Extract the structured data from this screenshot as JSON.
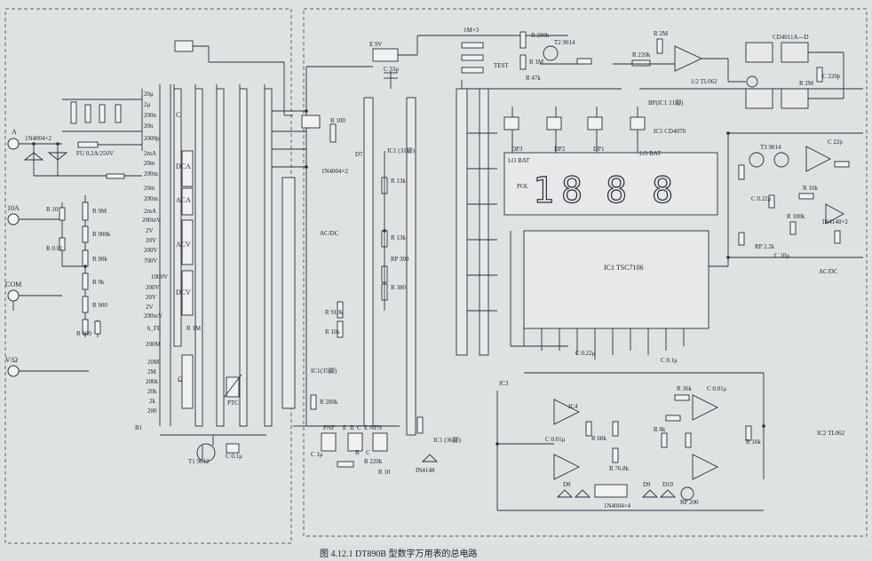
{
  "caption": "图 4.12.1   DT890B 型数字万用表的总电路",
  "input_jacks": [
    "A",
    "10A",
    "COM",
    "V/Ω"
  ],
  "fuse": "FU  0.2A/250V",
  "diodes_top": "1N4004×2",
  "battery": "E  9V",
  "rotary_ranges": {
    "capacitance": [
      "20μ",
      "2μ",
      "200n",
      "20n",
      "2000p"
    ],
    "dca": [
      "2mA",
      "20m",
      "200m"
    ],
    "aca": [
      "20m",
      "200m",
      "2mA"
    ],
    "acv": [
      "200mV",
      "2V",
      "20V",
      "200V",
      "700V"
    ],
    "dcv": [
      "1000V",
      "200V",
      "20V",
      "2V",
      "200mV"
    ],
    "hfe": "h_FE",
    "diode": "200M",
    "ohm": [
      "20M",
      "2M",
      "200k",
      "20k",
      "2k",
      "200"
    ]
  },
  "section_labels": [
    "C",
    "DCA",
    "ACA",
    "ACV",
    "DCV",
    "Ω",
    "PTC"
  ],
  "ic_labels": {
    "adc": "IC1\nTSC7106",
    "cmos": "IC5\nCD4070",
    "opamp_top": "1/2 TL062",
    "counter": "CD4011A—D",
    "opamp_bottom": "IC2\nTL062",
    "ic_side": "IC3",
    "ic4": "IC4",
    "ic_mid": "IC1\n(31脚)",
    "ic_35": "IC1(35脚)",
    "ic_36": "IC1\n(36脚)",
    "pin_bp": "BP(IC1 21脚)"
  },
  "display_annotations": {
    "lo_bat_left": "LO BAT",
    "lo_bat_right": "LO BAT",
    "pol": "POL",
    "dp": [
      "DP3",
      "DP2",
      "DP1"
    ],
    "digits": [
      "1",
      "8",
      "8",
      "8"
    ]
  },
  "transistors": [
    "T1\n9012",
    "T2\n9014",
    "T3\n9014"
  ],
  "test_label": "TEST",
  "acdc_left": "AC/DC",
  "acdc_right": "AC/DC",
  "resistor_labels": [
    "R 200k",
    "R 1M",
    "R 2M",
    "R 220k",
    "R 47k",
    "R 13k",
    "R 380",
    "R 910k",
    "R 10k",
    "R 100",
    "R 9M",
    "R 900k",
    "R 90k",
    "R 9k",
    "R 900",
    "R 100",
    "R 10",
    "R 0.01",
    "R 1M",
    "R 13k",
    "R 200k",
    "R 220k",
    "R 10",
    "R 68k",
    "R 76.8k",
    "R 8k",
    "R 10k",
    "R 36k",
    "R 100k",
    "R 10k",
    "R 2M"
  ],
  "capacitor_labels": [
    "C 33μ",
    "C 0.1μ",
    "C 0.22μ",
    "C 220p",
    "C 0.1μ",
    "C 1μ",
    "C 0.01μ",
    "C 0.22μ",
    "C 22p",
    "C 10μ",
    "C 0.01μ"
  ],
  "diode_labels": [
    "1N4004×2",
    "IN4148",
    "1N4004×4",
    "IN4148×2",
    "D7",
    "D8",
    "D9",
    "D10"
  ],
  "hfe_socket": [
    "PNP",
    "E",
    "B",
    "C",
    "E",
    "NPN",
    "B",
    "C"
  ],
  "bottom_refs": [
    "1M×3",
    "RP 300",
    "RP 2.2k",
    "RP 200",
    "B1"
  ]
}
